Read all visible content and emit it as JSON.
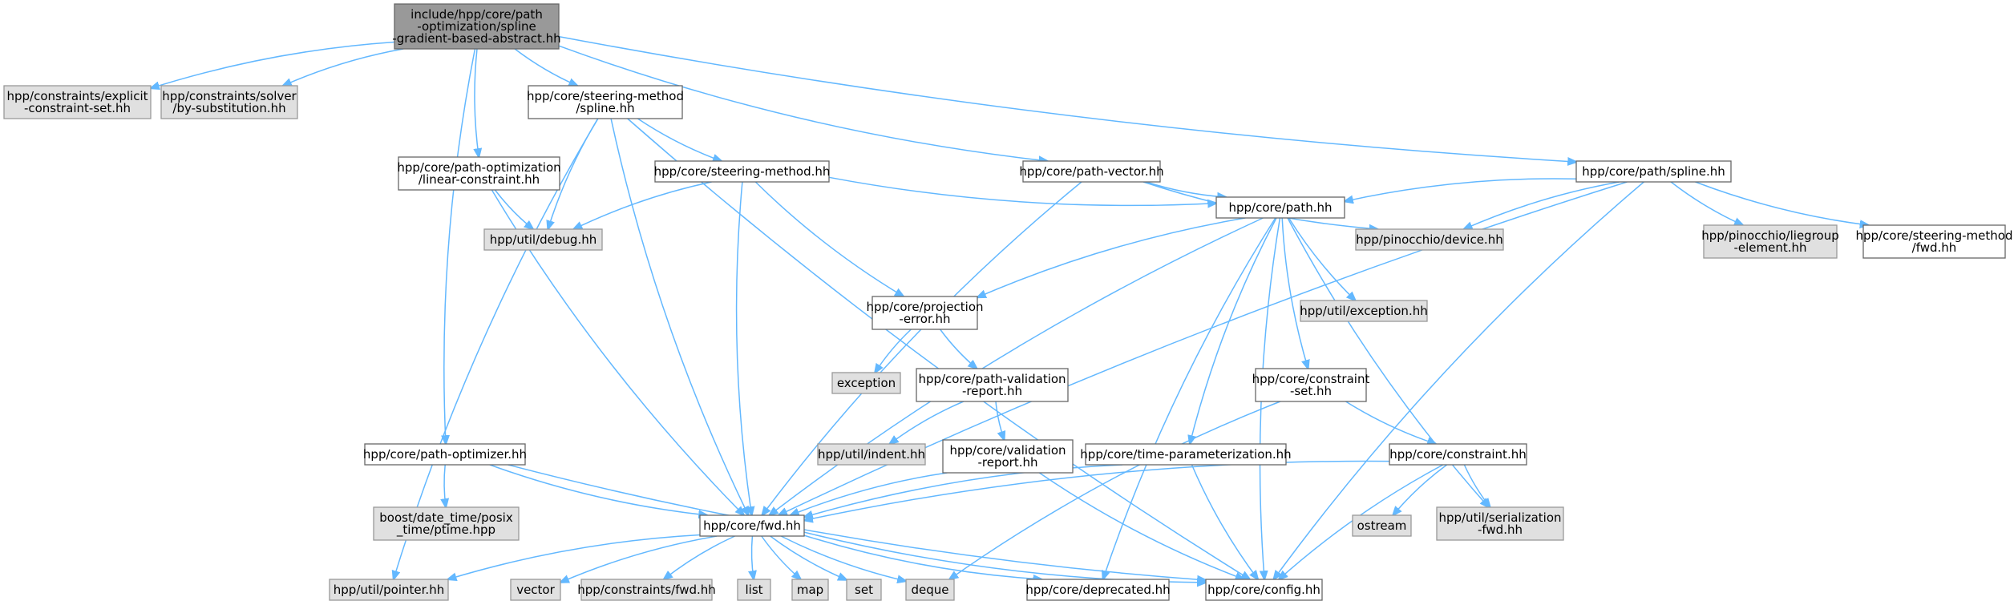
{
  "colors": {
    "edge": "#63b8ff",
    "node_border": "#666666",
    "node_fill": "#ffffff",
    "external_fill": "#e0e0e0",
    "root_fill": "#999999"
  },
  "nodes": [
    {
      "id": "root",
      "kind": "root",
      "lines": [
        "include/hpp/core/path",
        "-optimization/spline",
        "-gradient-based-abstract.hh"
      ]
    },
    {
      "id": "explicit",
      "kind": "ext",
      "lines": [
        "hpp/constraints/explicit",
        "-constraint-set.hh"
      ]
    },
    {
      "id": "solver",
      "kind": "ext",
      "lines": [
        "hpp/constraints/solver",
        "/by-substitution.hh"
      ]
    },
    {
      "id": "smspline",
      "kind": "file",
      "lines": [
        "hpp/core/steering-method",
        "/spline.hh"
      ]
    },
    {
      "id": "lincon",
      "kind": "file",
      "lines": [
        "hpp/core/path-optimization",
        "/linear-constraint.hh"
      ]
    },
    {
      "id": "steering",
      "kind": "file",
      "lines": [
        "hpp/core/steering-method.hh"
      ]
    },
    {
      "id": "pathvector",
      "kind": "file",
      "lines": [
        "hpp/core/path-vector.hh"
      ]
    },
    {
      "id": "pathspline",
      "kind": "file",
      "lines": [
        "hpp/core/path/spline.hh"
      ]
    },
    {
      "id": "liegroup",
      "kind": "ext",
      "lines": [
        "hpp/pinocchio/liegroup",
        "-element.hh"
      ]
    },
    {
      "id": "smfwd",
      "kind": "file",
      "lines": [
        "hpp/core/steering-method",
        "/fwd.hh"
      ]
    },
    {
      "id": "debug",
      "kind": "ext",
      "lines": [
        "hpp/util/debug.hh"
      ]
    },
    {
      "id": "path",
      "kind": "file",
      "lines": [
        "hpp/core/path.hh"
      ]
    },
    {
      "id": "device",
      "kind": "ext",
      "lines": [
        "hpp/pinocchio/device.hh"
      ]
    },
    {
      "id": "projerr",
      "kind": "file",
      "lines": [
        "hpp/core/projection",
        "-error.hh"
      ]
    },
    {
      "id": "utilexc",
      "kind": "ext",
      "lines": [
        "hpp/util/exception.hh"
      ]
    },
    {
      "id": "exception",
      "kind": "ext",
      "lines": [
        "exception"
      ]
    },
    {
      "id": "pvreport",
      "kind": "file",
      "lines": [
        "hpp/core/path-validation",
        "-report.hh"
      ]
    },
    {
      "id": "conset",
      "kind": "file",
      "lines": [
        "hpp/core/constraint",
        "-set.hh"
      ]
    },
    {
      "id": "indent",
      "kind": "ext",
      "lines": [
        "hpp/util/indent.hh"
      ]
    },
    {
      "id": "valreport",
      "kind": "file",
      "lines": [
        "hpp/core/validation",
        "-report.hh"
      ]
    },
    {
      "id": "pathopt",
      "kind": "file",
      "lines": [
        "hpp/core/path-optimizer.hh"
      ]
    },
    {
      "id": "timeparam",
      "kind": "file",
      "lines": [
        "hpp/core/time-parameterization.hh"
      ]
    },
    {
      "id": "constraint",
      "kind": "file",
      "lines": [
        "hpp/core/constraint.hh"
      ]
    },
    {
      "id": "boostdt",
      "kind": "ext",
      "lines": [
        "boost/date_time/posix",
        "_time/ptime.hpp"
      ]
    },
    {
      "id": "ostream",
      "kind": "ext",
      "lines": [
        "ostream"
      ]
    },
    {
      "id": "serial",
      "kind": "ext",
      "lines": [
        "hpp/util/serialization",
        "-fwd.hh"
      ]
    },
    {
      "id": "fwd",
      "kind": "file",
      "lines": [
        "hpp/core/fwd.hh"
      ]
    },
    {
      "id": "pointer",
      "kind": "ext",
      "lines": [
        "hpp/util/pointer.hh"
      ]
    },
    {
      "id": "vector",
      "kind": "ext",
      "lines": [
        "vector"
      ]
    },
    {
      "id": "consfwd",
      "kind": "ext",
      "lines": [
        "hpp/constraints/fwd.hh"
      ]
    },
    {
      "id": "list",
      "kind": "ext",
      "lines": [
        "list"
      ]
    },
    {
      "id": "map",
      "kind": "ext",
      "lines": [
        "map"
      ]
    },
    {
      "id": "set",
      "kind": "ext",
      "lines": [
        "set"
      ]
    },
    {
      "id": "deque",
      "kind": "ext",
      "lines": [
        "deque"
      ]
    },
    {
      "id": "deprecated",
      "kind": "file",
      "lines": [
        "hpp/core/deprecated.hh"
      ]
    },
    {
      "id": "config",
      "kind": "file",
      "lines": [
        "hpp/core/config.hh"
      ]
    }
  ],
  "edges": [
    [
      "root",
      "explicit"
    ],
    [
      "root",
      "solver"
    ],
    [
      "root",
      "smspline"
    ],
    [
      "root",
      "lincon"
    ],
    [
      "root",
      "pathvector"
    ],
    [
      "root",
      "pathspline"
    ],
    [
      "root",
      "pathopt"
    ],
    [
      "smspline",
      "steering"
    ],
    [
      "smspline",
      "debug"
    ],
    [
      "smspline",
      "pointer"
    ],
    [
      "smspline",
      "fwd"
    ],
    [
      "smspline",
      "config"
    ],
    [
      "lincon",
      "debug"
    ],
    [
      "lincon",
      "fwd"
    ],
    [
      "steering",
      "path"
    ],
    [
      "steering",
      "debug"
    ],
    [
      "steering",
      "projerr"
    ],
    [
      "steering",
      "fwd"
    ],
    [
      "pathvector",
      "path"
    ],
    [
      "pathvector",
      "device"
    ],
    [
      "pathvector",
      "fwd"
    ],
    [
      "pathspline",
      "path"
    ],
    [
      "pathspline",
      "device"
    ],
    [
      "pathspline",
      "liegroup"
    ],
    [
      "pathspline",
      "smfwd"
    ],
    [
      "pathspline",
      "fwd"
    ],
    [
      "pathspline",
      "config"
    ],
    [
      "path",
      "projerr"
    ],
    [
      "path",
      "utilexc"
    ],
    [
      "path",
      "conset"
    ],
    [
      "path",
      "timeparam"
    ],
    [
      "path",
      "serial"
    ],
    [
      "path",
      "fwd"
    ],
    [
      "path",
      "deprecated"
    ],
    [
      "path",
      "config"
    ],
    [
      "projerr",
      "exception"
    ],
    [
      "projerr",
      "pvreport"
    ],
    [
      "pvreport",
      "indent"
    ],
    [
      "pvreport",
      "valreport"
    ],
    [
      "valreport",
      "fwd"
    ],
    [
      "valreport",
      "config"
    ],
    [
      "conset",
      "constraint"
    ],
    [
      "conset",
      "deque"
    ],
    [
      "constraint",
      "fwd"
    ],
    [
      "constraint",
      "ostream"
    ],
    [
      "constraint",
      "serial"
    ],
    [
      "constraint",
      "config"
    ],
    [
      "timeparam",
      "fwd"
    ],
    [
      "timeparam",
      "config"
    ],
    [
      "pathopt",
      "boostdt"
    ],
    [
      "pathopt",
      "fwd"
    ],
    [
      "pathopt",
      "config"
    ],
    [
      "fwd",
      "pointer"
    ],
    [
      "fwd",
      "vector"
    ],
    [
      "fwd",
      "consfwd"
    ],
    [
      "fwd",
      "list"
    ],
    [
      "fwd",
      "map"
    ],
    [
      "fwd",
      "set"
    ],
    [
      "fwd",
      "deque"
    ],
    [
      "fwd",
      "deprecated"
    ],
    [
      "fwd",
      "config"
    ]
  ]
}
